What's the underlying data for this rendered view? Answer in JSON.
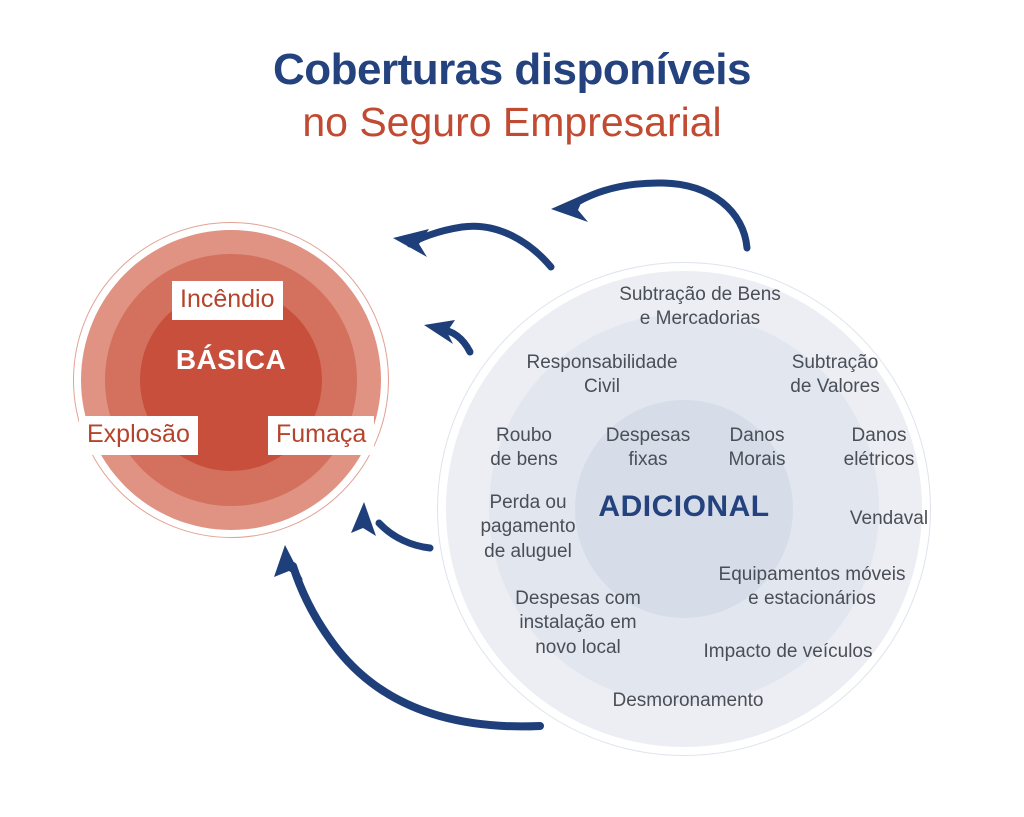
{
  "header": {
    "title_main": "Coberturas disponíveis",
    "title_sub": "no Seguro Empresarial",
    "title_main_color": "#23427e",
    "title_sub_color": "#c04a32"
  },
  "basic_circle": {
    "center_label": "BÁSICA",
    "center_label_color": "#ffffff",
    "ring_colors": [
      "#e09382",
      "#d4705e",
      "#c94f3d"
    ],
    "outline_color": "#e2a396",
    "tag_text_color": "#b5442c",
    "coverages": [
      {
        "label": "Incêndio",
        "position": "top"
      },
      {
        "label": "Explosão",
        "position": "bottom-left"
      },
      {
        "label": "Fumaça",
        "position": "bottom-right"
      }
    ]
  },
  "additional_circle": {
    "center_label": "ADICIONAL",
    "center_label_color": "#23427e",
    "ring_colors": [
      "#eceef4",
      "#e2e6ef",
      "#d7dce9"
    ],
    "outline_color": "#dfe3ec",
    "label_text_color": "#4a4f57",
    "coverages": [
      "Subtração de Bens\ne Mercadorias",
      "Responsabilidade\nCivil",
      "Subtração\nde Valores",
      "Roubo\nde bens",
      "Despesas\nfixas",
      "Danos\nMorais",
      "Danos\nelétricos",
      "Perda ou\npagamento\nde aluguel",
      "Vendaval",
      "Equipamentos móveis\ne estacionários",
      "Despesas com\ninstalação em\nnovo local",
      "Impacto de veículos",
      "Desmoronamento"
    ]
  },
  "arrows": {
    "color": "#1f3f7a",
    "count": 4,
    "description": "Four curved navy arrows point from the ADICIONAL circle toward the BÁSICA circle"
  }
}
